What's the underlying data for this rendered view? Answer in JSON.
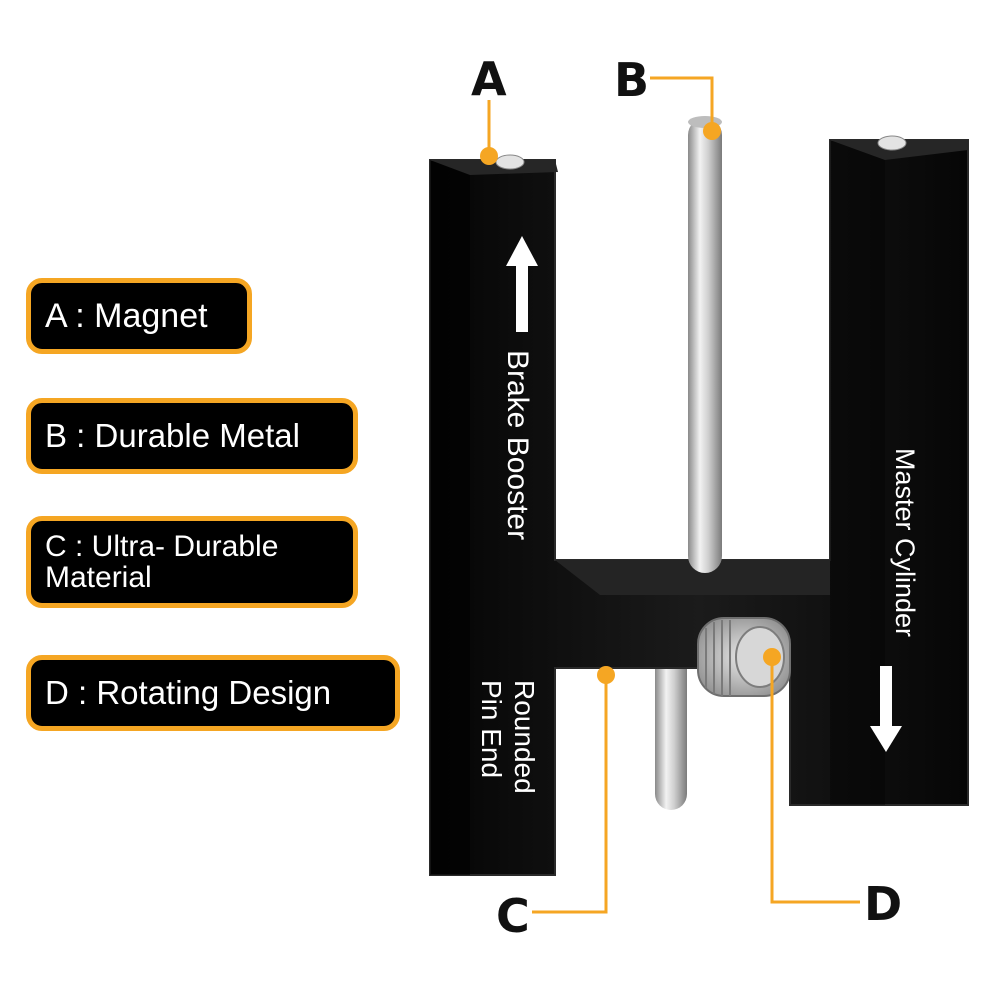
{
  "features": [
    {
      "text": "A : Magnet"
    },
    {
      "text": "B : Durable Metal"
    },
    {
      "text": "C : Ultra- Durable\nMaterial"
    },
    {
      "text": "D : Rotating Design"
    }
  ],
  "markers": {
    "a": "A",
    "b": "B",
    "c": "C",
    "d": "D"
  },
  "tool_labels": {
    "left_arm": "Brake Booster",
    "right_arm": "Master Cylinder",
    "bottom_line1": "Rounded",
    "bottom_line2": "Pin End"
  },
  "colors": {
    "accent": "#f5a623",
    "tool_body": "#0e0e0e",
    "pin": "#c9c9c9"
  }
}
